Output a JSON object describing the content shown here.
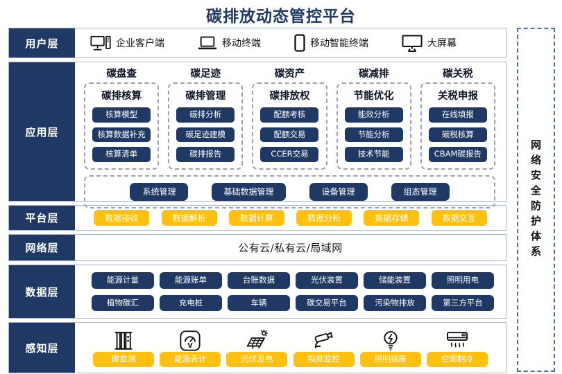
{
  "title": "碳排放动态管控平台",
  "security_panel": {
    "label": "网络安全防护体系"
  },
  "colors": {
    "navy": "#1F3864",
    "yellow": "#FFC010",
    "row_border": "#A8B4CE",
    "security_border": "#4A6FB0"
  },
  "layers": {
    "user": {
      "label": "用户层",
      "items": [
        {
          "icon": "desktop-pc-icon",
          "label": "企业客户端"
        },
        {
          "icon": "laptop-icon",
          "label": "移动终端"
        },
        {
          "icon": "smartphone-icon",
          "label": "移动智能终端"
        },
        {
          "icon": "big-screen-icon",
          "label": "大屏幕"
        }
      ]
    },
    "application": {
      "label": "应用层",
      "columns": [
        {
          "header": "碳盘查",
          "title": "碳排核算",
          "buttons": [
            "核算模型",
            "核算数据补充",
            "核算清单"
          ]
        },
        {
          "header": "碳足迹",
          "title": "碳排管理",
          "buttons": [
            "碳排分析",
            "碳足迹建模",
            "碳排报告"
          ]
        },
        {
          "header": "碳资产",
          "title": "碳排放权",
          "buttons": [
            "配额考核",
            "配额交易",
            "CCER交易"
          ]
        },
        {
          "header": "碳减排",
          "title": "节能优化",
          "buttons": [
            "能效分析",
            "节能分析",
            "技术节能"
          ]
        },
        {
          "header": "碳关税",
          "title": "关税申报",
          "buttons": [
            "在线填报",
            "碳税核算",
            "CBAM碳报告"
          ]
        }
      ],
      "management": [
        "系统管理",
        "基础数据管理",
        "设备管理",
        "组态管理"
      ]
    },
    "platform": {
      "label": "平台层",
      "buttons": [
        "数据接收",
        "数据解析",
        "数据计算",
        "数据分析",
        "数据存储",
        "数据交互"
      ]
    },
    "network": {
      "label": "网络层",
      "text": "公有云/私有云/局域网"
    },
    "data": {
      "label": "数据层",
      "rows": [
        [
          "能源计量",
          "能源账单",
          "台账数据",
          "光伏装置",
          "储能装置",
          "照明用电"
        ],
        [
          "植物碳汇",
          "充电桩",
          "车辆",
          "碳交易平台",
          "污染物排放",
          "第三方平台"
        ]
      ]
    },
    "perception": {
      "label": "感知层",
      "items": [
        {
          "icon": "carbon-monitor-icon",
          "label": "碳监测"
        },
        {
          "icon": "energy-meter-icon",
          "label": "能源表计"
        },
        {
          "icon": "solar-power-icon",
          "label": "光伏发电"
        },
        {
          "icon": "cctv-icon",
          "label": "视频监控"
        },
        {
          "icon": "lightbulb-icon",
          "label": "照明插座"
        },
        {
          "icon": "air-conditioner-icon",
          "label": "空调制冷"
        }
      ]
    }
  }
}
